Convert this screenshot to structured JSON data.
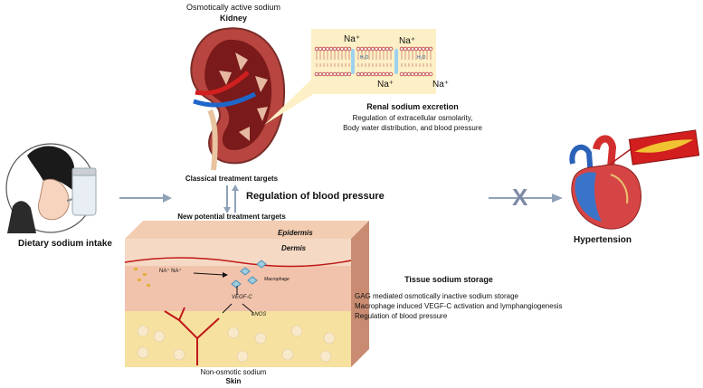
{
  "kidney": {
    "caption": "Osmotically active sodium",
    "title": "Kidney"
  },
  "membrane": {
    "ions": [
      "Na⁺",
      "Na⁺",
      "Na⁺",
      "Na⁺"
    ],
    "water": [
      "H₂O",
      "H₂O"
    ]
  },
  "renal": {
    "title": "Renal sodium excretion",
    "lines": [
      "Regulation of extracellular osmolarity,",
      "Body water distribution, and blood pressure"
    ]
  },
  "classical_targets": "Classical treatment targets",
  "regulation": "Regulation of blood pressure",
  "new_targets": "New potential treatment targets",
  "intake": "Dietary sodium intake",
  "skin_layers": {
    "epidermis": "Epidermis",
    "dermis": "Dermis"
  },
  "skin_inner": {
    "na": "NA⁺ NA⁺",
    "macrophage": "Macrophage",
    "vegf": "VEGF-C",
    "enos": "eNOS"
  },
  "skin": {
    "caption": "Non-osmotic sodium",
    "title": "Skin"
  },
  "tissue": {
    "title": "Tissue sodium storage",
    "lines": [
      "GAG mediated osmotically inactive sodium storage",
      "Macrophage induced VEGF-C activation and lymphangiogenesis",
      "Regulation of blood pressure"
    ]
  },
  "block_mark": "X",
  "outcome": "Hypertension",
  "colors": {
    "arrow": "#8fa2b8",
    "block": "#7d8aa5",
    "kidney_outer": "#b8453f",
    "kidney_inner": "#7a1a1a",
    "callout": "#fdf0c6",
    "skin_top": "#f2c7a8",
    "dermis": "#e8957f",
    "fat": "#f4dd8e",
    "vessel": "#c01818"
  }
}
